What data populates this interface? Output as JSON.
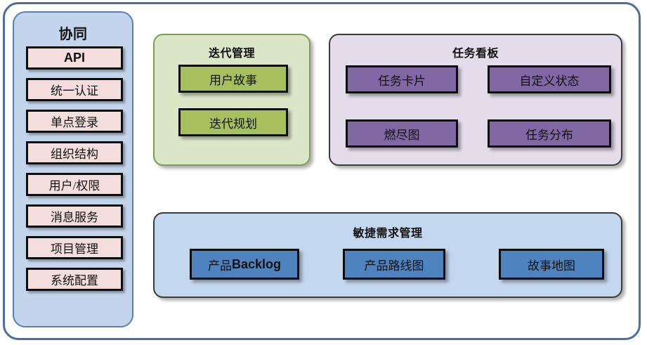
{
  "diagram": {
    "title_hidden": "",
    "colors": {
      "outer_border": "#4a6f9e",
      "sidebar_bg": "#c3d5ec",
      "sidebar_chip": "#f3dedd",
      "iteration_panel_bg": "#dbe6c7",
      "iteration_box": "#a5c05c",
      "taskboard_panel_bg": "#e4dcea",
      "taskboard_box": "#8167a4",
      "agile_panel_bg": "#c3d7ef",
      "agile_box": "#4f83c0",
      "box_border": "#0d0d0d"
    }
  },
  "sidebar": {
    "title": "协同",
    "items": [
      {
        "label": "API",
        "style": "latin"
      },
      {
        "label": "统一认证",
        "style": "cjk"
      },
      {
        "label": "单点登录",
        "style": "cjk"
      },
      {
        "label": "组织结构",
        "style": "cjk"
      },
      {
        "label": "用户/权限",
        "style": "cjk"
      },
      {
        "label": "消息服务",
        "style": "cjk"
      },
      {
        "label": "项目管理",
        "style": "cjk"
      },
      {
        "label": "系统配置",
        "style": "cjk"
      }
    ]
  },
  "iteration": {
    "title": "迭代管理",
    "boxes": [
      {
        "label": "用户故事"
      },
      {
        "label": "迭代规划"
      }
    ]
  },
  "taskboard": {
    "title": "任务看板",
    "boxes": [
      {
        "label": "任务卡片"
      },
      {
        "label": "自定义状态"
      },
      {
        "label": "燃尽图"
      },
      {
        "label": "任务分布"
      }
    ]
  },
  "agile": {
    "title": "敏捷需求管理",
    "boxes": [
      {
        "label_cjk": "产品",
        "label_latin": "Backlog",
        "label": "产品Backlog"
      },
      {
        "label_cjk": "产品路线图",
        "label_latin": "",
        "label": "产品路线图"
      },
      {
        "label_cjk": "故事地图",
        "label_latin": "",
        "label": "故事地图"
      }
    ]
  }
}
